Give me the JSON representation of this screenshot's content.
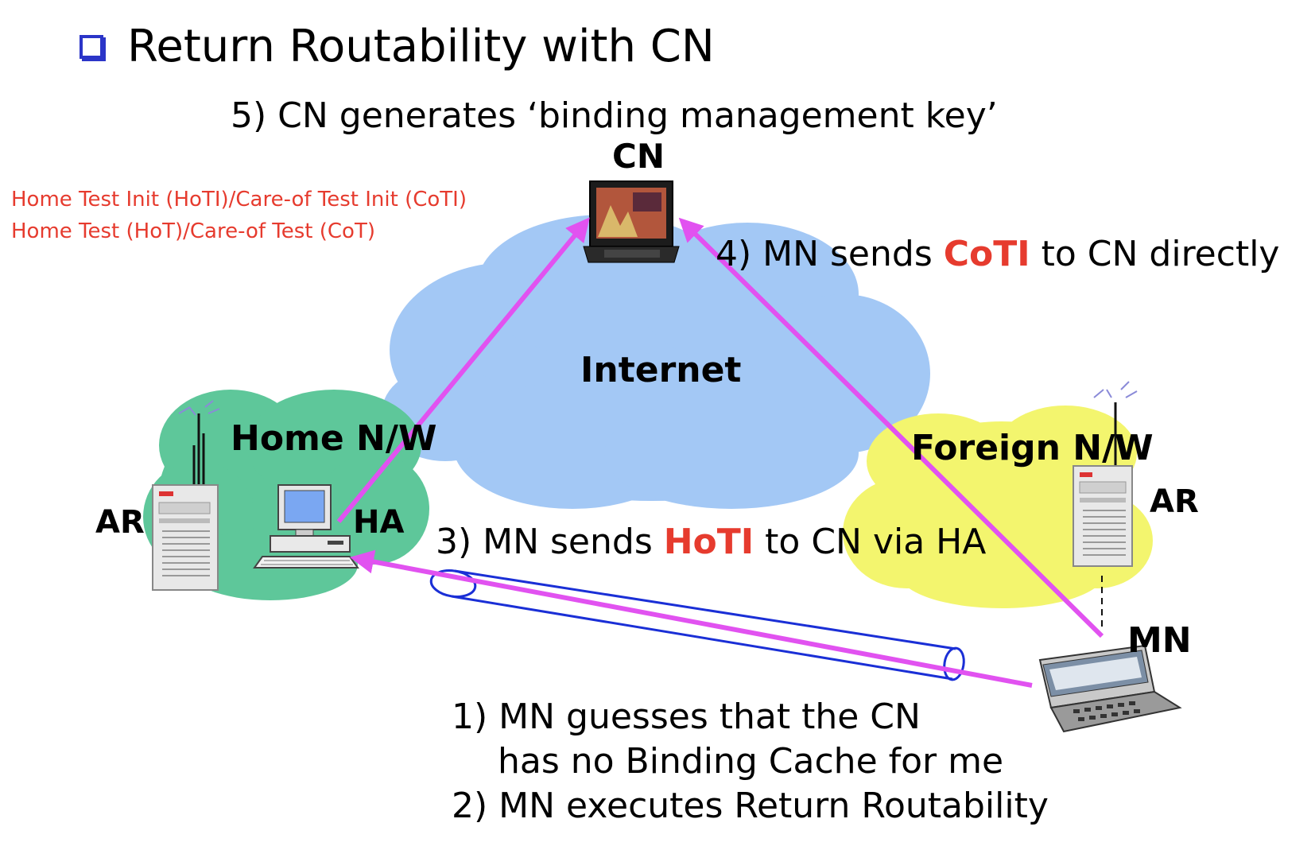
{
  "title": "Return Routability with CN",
  "steps": {
    "step5": "5) CN generates ‘binding management key’",
    "step4_pre": "4) MN sends ",
    "step4_key": "CoTI",
    "step4_post": " to CN directly",
    "step3_pre": "3) MN sends ",
    "step3_key": "HoTI",
    "step3_post": " to CN via HA",
    "step1_line1": "1) MN guesses that the CN",
    "step1_line2": "has no Binding Cache for me",
    "step2": "2) MN executes Return Routability"
  },
  "legend": {
    "line1": "Home Test Init (HoTI)/Care-of Test Init (CoTI)",
    "line2": "Home Test (HoT)/Care-of Test (CoT)"
  },
  "nodes": {
    "cn": "CN",
    "internet": "Internet",
    "home_network": "Home N/W",
    "foreign_network": "Foreign N/W",
    "ha": "HA",
    "ar_home": "AR",
    "ar_foreign": "AR",
    "mn": "MN"
  },
  "colors": {
    "internet_cloud": "#a3c8f5",
    "home_cloud": "#5ec79a",
    "foreign_cloud": "#f3f56e",
    "message_arrow": "#e152f0",
    "tunnel": "#1a2fd6",
    "highlight_text": "#e63b2e",
    "bullet": "#2b35c8"
  }
}
